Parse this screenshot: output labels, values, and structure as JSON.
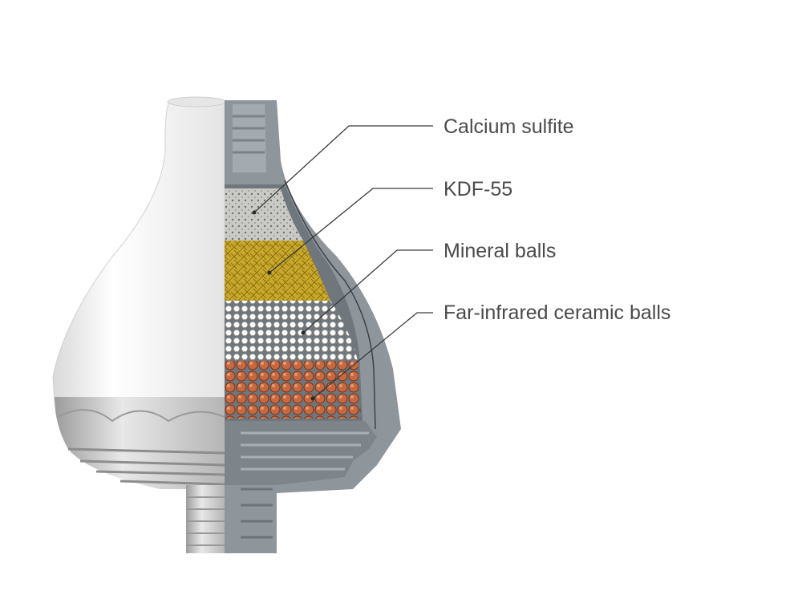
{
  "labels": [
    {
      "id": "calcium-sulfite",
      "text": "Calcium sulfite"
    },
    {
      "id": "kdf-55",
      "text": "KDF-55"
    },
    {
      "id": "mineral-balls",
      "text": "Mineral balls"
    },
    {
      "id": "far-infrared-ceramic-balls",
      "text": "Far-infrared ceramic balls"
    }
  ],
  "colors": {
    "shell": "#8e969c",
    "body": "#f3f3f3",
    "calcium_sulfite": "#c9c9c6",
    "kdf": "#c9a92c",
    "mineral": "#e6e3dc",
    "ceramic": "#b65a35",
    "leader": "#3a3a3a",
    "text": "#4a4a4a"
  }
}
